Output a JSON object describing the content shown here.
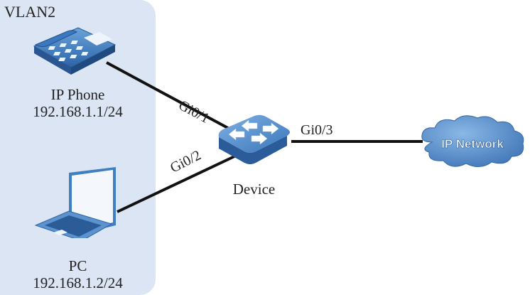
{
  "diagram": {
    "vlan": {
      "label": "VLAN2",
      "fill": "#dbe5f3"
    },
    "nodes": [
      {
        "id": "ip-phone",
        "name": "IP Phone",
        "address": "192.168.1.1/24",
        "icon": "ip-phone-icon"
      },
      {
        "id": "pc",
        "name": "PC",
        "address": "192.168.1.2/24",
        "icon": "laptop-icon"
      },
      {
        "id": "device",
        "name": "Device",
        "icon": "switch-icon"
      },
      {
        "id": "ip-network",
        "name": "IP Network",
        "icon": "cloud-icon"
      }
    ],
    "links": [
      {
        "from": "ip-phone",
        "to": "device",
        "port": "Gi0/1"
      },
      {
        "from": "pc",
        "to": "device",
        "port": "Gi0/2"
      },
      {
        "from": "device",
        "to": "ip-network",
        "port": "Gi0/3"
      }
    ],
    "colors": {
      "device_blue": "#3d7cc0",
      "link": "#111111"
    }
  }
}
